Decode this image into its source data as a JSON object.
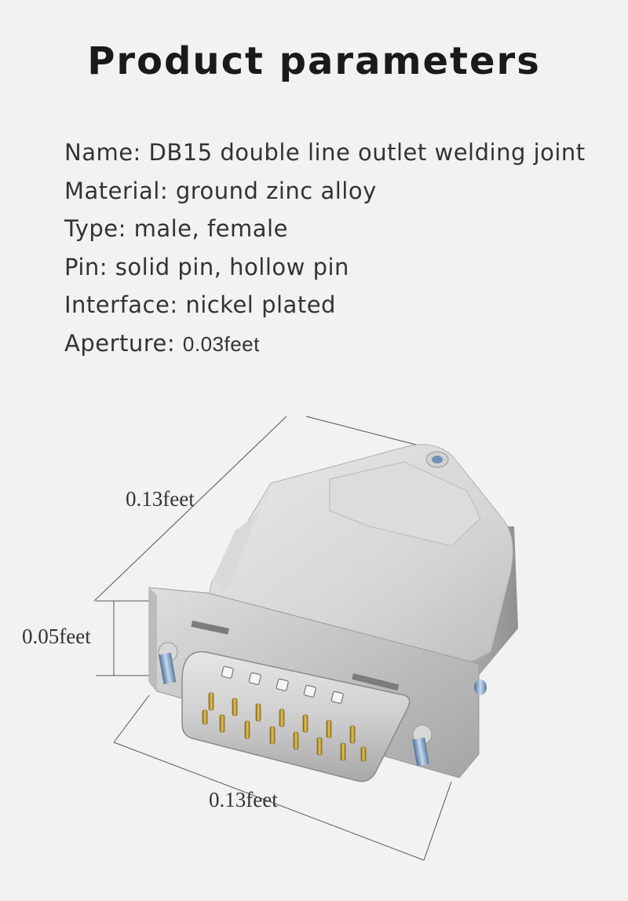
{
  "title": "Product parameters",
  "specs": [
    {
      "label": "Name: ",
      "value": "DB15 double line outlet welding joint"
    },
    {
      "label": "Material: ",
      "value": "ground zinc alloy"
    },
    {
      "label": "Type: ",
      "value": "male, female"
    },
    {
      "label": "Pin: ",
      "value": "solid pin, hollow pin"
    },
    {
      "label": "Interface: ",
      "value": "nickel plated"
    },
    {
      "label": "Aperture: ",
      "value": "0.03feet"
    }
  ],
  "dimensions": {
    "depth": "0.13feet",
    "height": "0.05feet",
    "width": "0.13feet"
  }
}
